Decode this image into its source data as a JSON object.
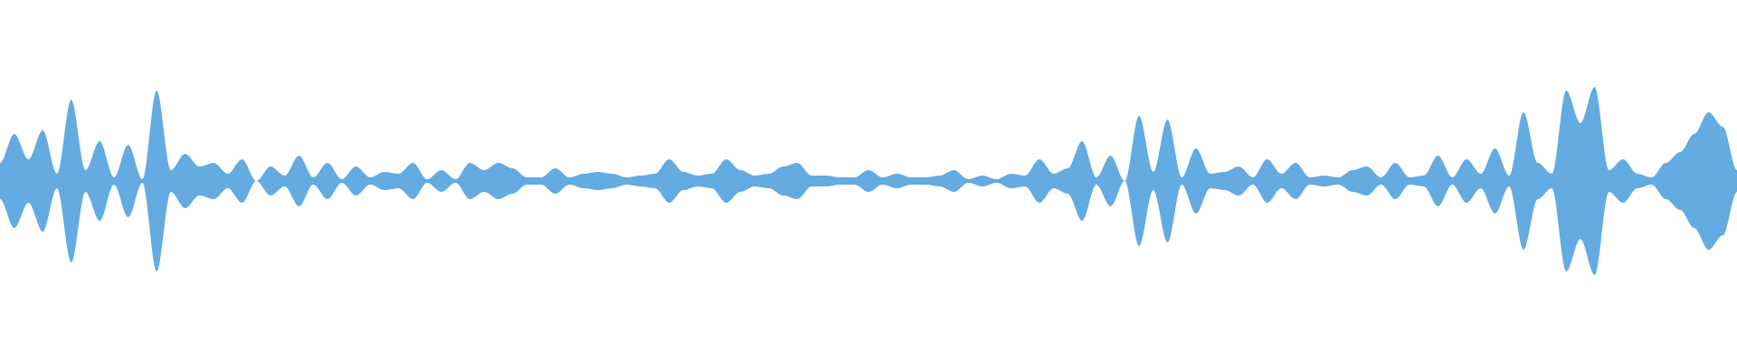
{
  "waveform": {
    "color": "#63ABE1",
    "background": "#FFFFFF",
    "amplitude_envelope": [
      0.1,
      0.26,
      0.12,
      0.28,
      0.04,
      0.45,
      0.06,
      0.22,
      0.02,
      0.2,
      0.01,
      0.5,
      0.06,
      0.15,
      0.08,
      0.1,
      0.04,
      0.12,
      0.0,
      0.08,
      0.03,
      0.14,
      0.02,
      0.1,
      0.01,
      0.08,
      0.02,
      0.05,
      0.04,
      0.1,
      0.01,
      0.06,
      0.01,
      0.1,
      0.06,
      0.1,
      0.07,
      0.02,
      0.02,
      0.07,
      0.02,
      0.04,
      0.05,
      0.04,
      0.02,
      0.03,
      0.04,
      0.12,
      0.05,
      0.03,
      0.04,
      0.12,
      0.06,
      0.03,
      0.04,
      0.08,
      0.1,
      0.03,
      0.03,
      0.02,
      0.02,
      0.06,
      0.02,
      0.04,
      0.02,
      0.02,
      0.03,
      0.06,
      0.01,
      0.03,
      0.01,
      0.04,
      0.03,
      0.12,
      0.04,
      0.07,
      0.22,
      0.02,
      0.14,
      0.0,
      0.36,
      0.05,
      0.34,
      0.02,
      0.18,
      0.04,
      0.05,
      0.08,
      0.02,
      0.12,
      0.04,
      0.1,
      0.02,
      0.03,
      0.02,
      0.06,
      0.08,
      0.02,
      0.1,
      0.02,
      0.03,
      0.14,
      0.02,
      0.12,
      0.04,
      0.18,
      0.03,
      0.38,
      0.1,
      0.04,
      0.5,
      0.32,
      0.52,
      0.06,
      0.12,
      0.04,
      0.02,
      0.1,
      0.16,
      0.26,
      0.38,
      0.3,
      0.06
    ]
  }
}
